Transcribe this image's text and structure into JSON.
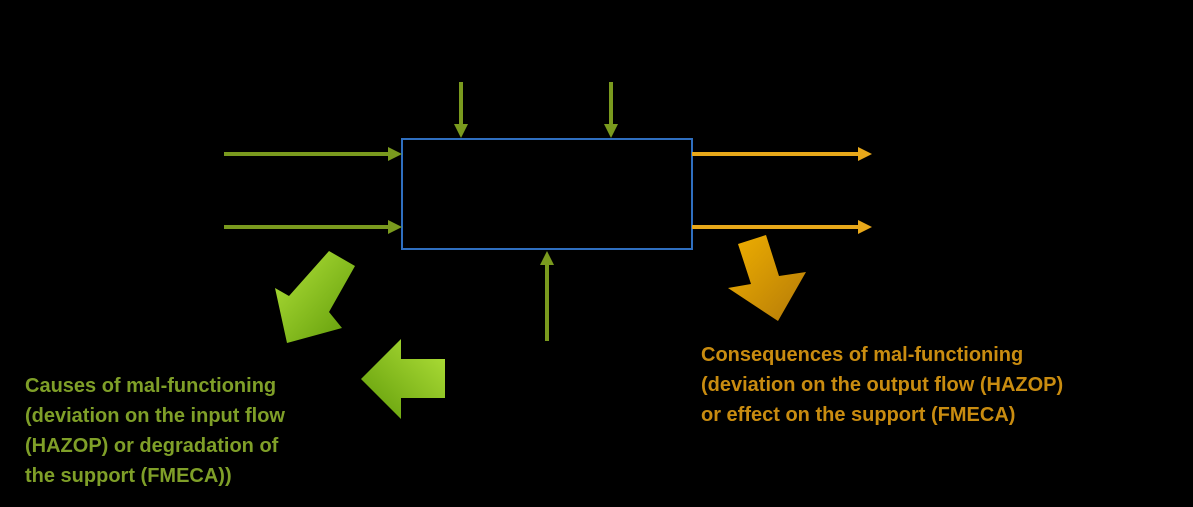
{
  "colors": {
    "background": "#000000",
    "box_border": "#2f6fc0",
    "input_arrow": "#7a9a1e",
    "output_arrow": "#e8a81a",
    "causes_text": "#7f9f28",
    "consequences_text": "#c98c10",
    "causes_block_arrow_light": "#b2e23a",
    "causes_block_arrow_dark": "#5f9a08",
    "consequences_block_arrow_light": "#f0b000",
    "consequences_block_arrow_dark": "#b47a08"
  },
  "causes": {
    "lines": [
      "Causes of mal-functioning",
      "(deviation on the input flow",
      "(HAZOP)  or degradation of",
      "the support (FMECA))"
    ]
  },
  "consequences": {
    "lines": [
      "Consequences of mal-functioning",
      "(deviation on the output flow (HAZOP)",
      "or effect on the support (FMECA)"
    ]
  }
}
